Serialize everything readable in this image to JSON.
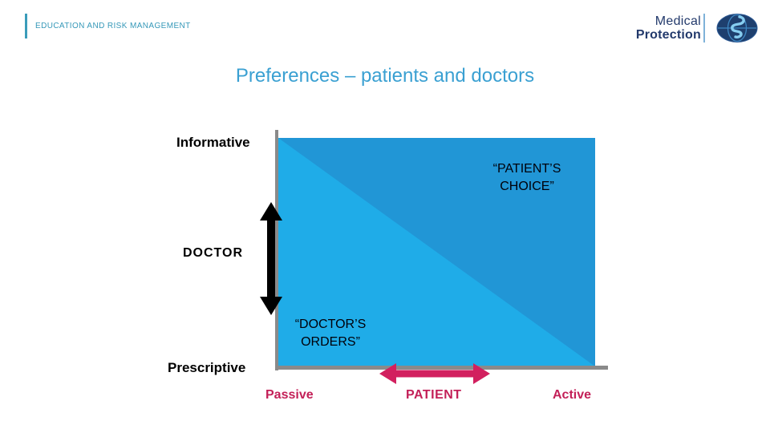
{
  "header": {
    "eyebrow": "EDUCATION AND RISK MANAGEMENT"
  },
  "logo": {
    "name_line1": "Medical",
    "name_line2": "Protection",
    "icon": "globe-serpent-icon"
  },
  "slide_title": "Preferences – patients and doctors",
  "diagram": {
    "y_axis_top_label": "Informative",
    "y_axis_bottom_label": "Prescriptive",
    "doctor_axis_label": "DOCTOR",
    "patient_axis_label": "PATIENT",
    "x_axis_left_label": "Passive",
    "x_axis_right_label": "Active",
    "upper_region_line1": "“PATIENT’S",
    "upper_region_line2": "CHOICE”",
    "lower_region_line1": "“DOCTOR’S",
    "lower_region_line2": "ORDERS”",
    "colors": {
      "region_upper_blue": "#2196d6",
      "region_lower_blue": "#1face8",
      "axis_gray": "#8a8a8a",
      "doctor_arrow_black": "#000000",
      "patient_arrow_pink": "#d2205f",
      "x_label_pink": "#c32058",
      "title_blue": "#3aa0d2",
      "eyebrow_teal": "#3598b8",
      "logo_navy": "#233a6c"
    }
  }
}
